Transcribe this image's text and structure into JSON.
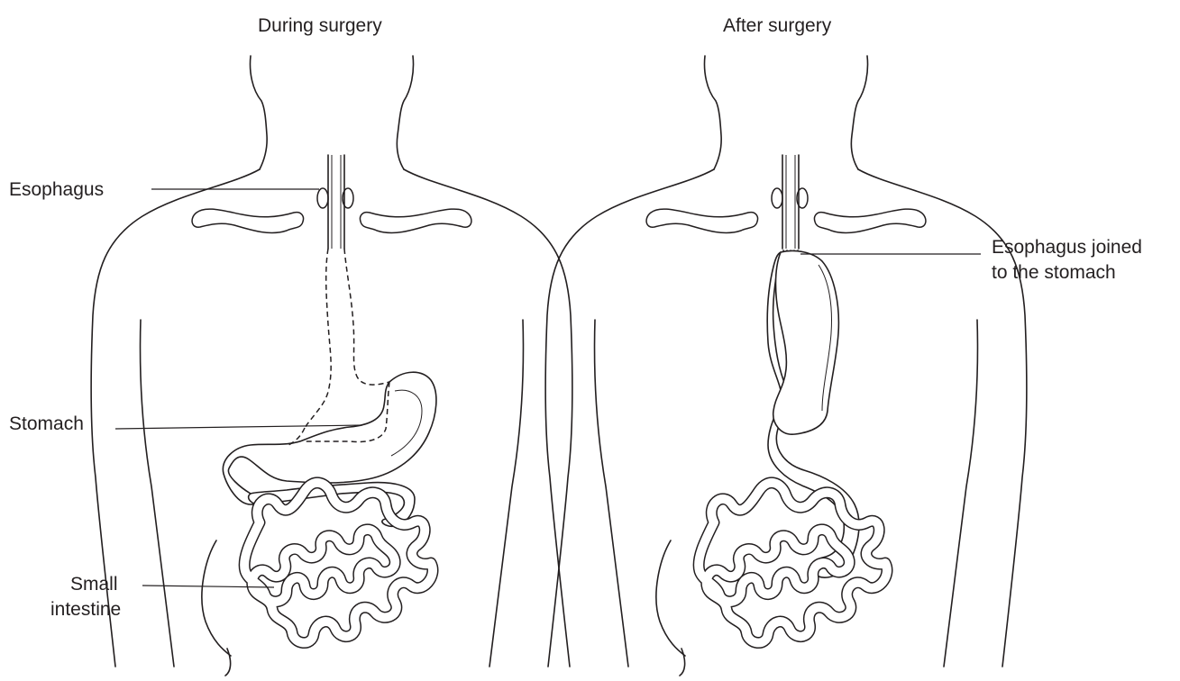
{
  "panels": [
    {
      "title": "During surgery",
      "labels": {
        "esophagus": "Esophagus",
        "stomach": "Stomach",
        "small_intestine_line1": "Small",
        "small_intestine_line2": "intestine"
      }
    },
    {
      "title": "After surgery",
      "labels": {
        "joined_line1": "Esophagus joined",
        "joined_line2": "to the stomach"
      }
    }
  ],
  "colors": {
    "ink": "#231f20",
    "background": "#ffffff"
  }
}
